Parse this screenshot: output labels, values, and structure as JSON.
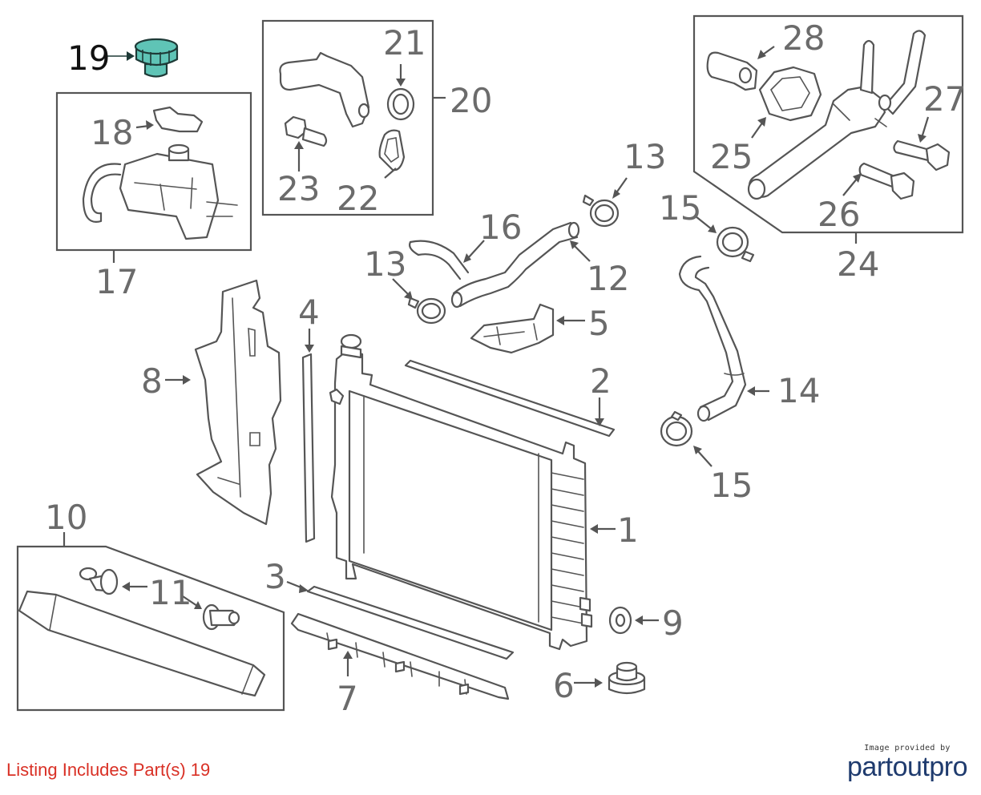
{
  "callouts": {
    "c1": "1",
    "c2": "2",
    "c3": "3",
    "c4": "4",
    "c5": "5",
    "c6": "6",
    "c7": "7",
    "c8": "8",
    "c9": "9",
    "c10": "10",
    "c11": "11",
    "c12": "12",
    "c13": "13",
    "c14": "14",
    "c15": "15",
    "c16": "16",
    "c17": "17",
    "c18": "18",
    "c19": "19",
    "c20": "20",
    "c21": "21",
    "c22": "22",
    "c23": "23",
    "c24": "24",
    "c25": "25",
    "c26": "26",
    "c27": "27",
    "c28": "28"
  },
  "listing": {
    "prefix": "Listing Includes Part(s)",
    "parts": "19"
  },
  "credit": {
    "small": "Image provided by",
    "logo": "partoutpro"
  },
  "colors": {
    "highlight": "#5fc4b6",
    "listing_text": "#d93025",
    "logo": "#1f3b6e",
    "lineart": "#555555"
  }
}
